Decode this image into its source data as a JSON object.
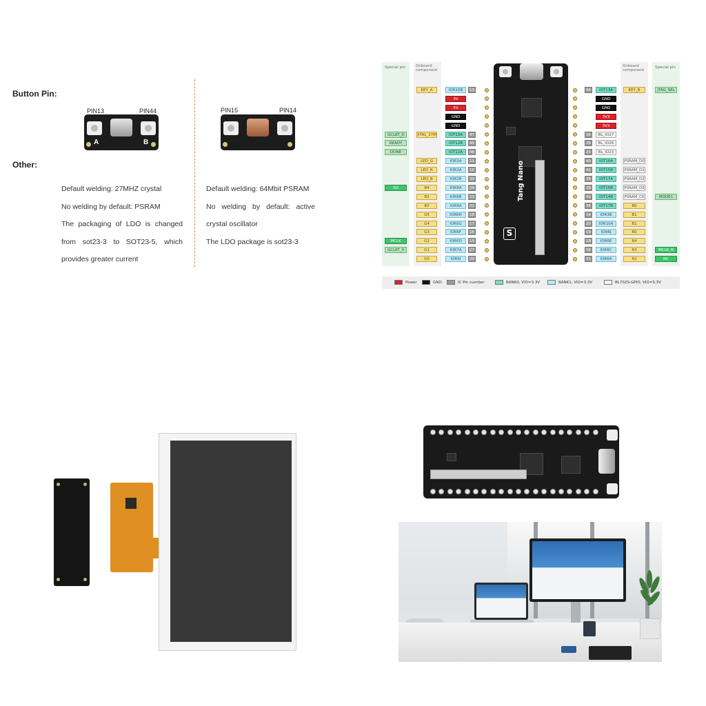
{
  "info": {
    "button_heading": "Button Pin:",
    "other_heading": "Other:",
    "board1": {
      "pin_left": "PIN13",
      "pin_right": "PIN44",
      "letter_a": "A",
      "letter_b": "B"
    },
    "board2": {
      "pin_left": "PIN15",
      "pin_right": "PIN14"
    },
    "note_left": [
      "Default welding: 27MHZ crystal",
      "No welding by default: PSRAM",
      "The packaging of LDO is changed",
      "from sot23-3 to SOT23-5, which",
      "provides greater current"
    ],
    "note_right": [
      "Default welding: 64Mbit PSRAM",
      "No welding by default: active",
      "crystal oscillator",
      "The LDO package is sot23-3"
    ]
  },
  "pinout": {
    "col_heads": {
      "special_left": "Special pin",
      "onboard_left": "Onboard component",
      "onboard_right": "Onboard component",
      "special_right": "Special pin"
    },
    "brand": "Tang Nano",
    "logo_letter": "S",
    "colors": {
      "power": "#d8232a",
      "gnd": "#111111",
      "bank0": "#7fd9c6",
      "bank1": "#bfe8f4",
      "special": "#b9e3bf",
      "onboard": "#f5df8b"
    },
    "left_rows": [
      {
        "special": "",
        "onboard": "KEY_A",
        "io": "IOR10B",
        "num": "13",
        "kind": "io"
      },
      {
        "special": "",
        "onboard": "",
        "io": "3V",
        "num": "",
        "kind": "pwr"
      },
      {
        "special": "",
        "onboard": "",
        "io": "5V",
        "num": "",
        "kind": "pwr"
      },
      {
        "special": "",
        "onboard": "",
        "io": "GND",
        "num": "",
        "kind": "gnd"
      },
      {
        "special": "",
        "onboard": "",
        "io": "GND",
        "num": "",
        "kind": "gnd"
      },
      {
        "special": "GCLKT_0",
        "onboard": "XTAL_27M",
        "io": "IOT10A",
        "num": "47",
        "kind": "b0"
      },
      {
        "special": "READY",
        "onboard": "",
        "io": "IOT12B",
        "num": "45",
        "kind": "b0"
      },
      {
        "special": "DONE",
        "onboard": "",
        "io": "IOT12A",
        "num": "46",
        "kind": "b0"
      },
      {
        "special": "",
        "onboard": "LED_G",
        "io": "IOR3A",
        "num": "11",
        "kind": "io"
      },
      {
        "special": "",
        "onboard": "LED_R",
        "io": "IOR2A",
        "num": "10",
        "kind": "io"
      },
      {
        "special": "",
        "onboard": "LED_B",
        "io": "IOR2B",
        "num": "30",
        "kind": "io"
      },
      {
        "special": "SO",
        "onboard": "B4",
        "io": "IOR8A",
        "num": "24",
        "kind": "io"
      },
      {
        "special": "",
        "onboard": "B3",
        "io": "IOR8B",
        "num": "23",
        "kind": "io"
      },
      {
        "special": "",
        "onboard": "B2",
        "io": "IOR9A",
        "num": "21",
        "kind": "io"
      },
      {
        "special": "",
        "onboard": "G5",
        "io": "IOR6H",
        "num": "18",
        "kind": "io"
      },
      {
        "special": "",
        "onboard": "G4",
        "io": "IOR6G",
        "num": "17",
        "kind": "io"
      },
      {
        "special": "",
        "onboard": "G3",
        "io": "IOR6F",
        "num": "16",
        "kind": "io"
      },
      {
        "special": "MCLK",
        "onboard": "G2",
        "io": "IOR6D",
        "num": "15",
        "kind": "io"
      },
      {
        "special": "GCLKT_3",
        "onboard": "G1",
        "io": "IOR7A",
        "num": "27",
        "kind": "io"
      },
      {
        "special": "",
        "onboard": "G0",
        "io": "IOR6I",
        "num": "20",
        "kind": "io"
      }
    ],
    "right_rows": [
      {
        "num": "44",
        "io": "IOT13A",
        "onboard": "KEY_B",
        "special": "JTAG_SEL",
        "kind": "b0"
      },
      {
        "num": "",
        "io": "GND",
        "onboard": "",
        "special": "",
        "kind": "gnd"
      },
      {
        "num": "",
        "io": "GND",
        "onboard": "",
        "special": "",
        "kind": "gnd"
      },
      {
        "num": "",
        "io": "3V3",
        "onboard": "",
        "special": "",
        "kind": "pwr"
      },
      {
        "num": "",
        "io": "3V3",
        "onboard": "",
        "special": "",
        "kind": "pwr"
      },
      {
        "num": "30",
        "io": "BL_IO27",
        "onboard": "",
        "special": "",
        "kind": "psram"
      },
      {
        "num": "26",
        "io": "BL_IO26",
        "onboard": "",
        "special": "",
        "kind": "psram"
      },
      {
        "num": "25",
        "io": "BL_IO23",
        "onboard": "",
        "special": "",
        "kind": "psram"
      },
      {
        "num": "40",
        "io": "IOT16A",
        "onboard": "PSRAM_D0",
        "special": "",
        "kind": "b0"
      },
      {
        "num": "41",
        "io": "IOT15B",
        "onboard": "PSRAM_D1",
        "special": "",
        "kind": "b0"
      },
      {
        "num": "38",
        "io": "IOT17A",
        "onboard": "PSRAM_D2",
        "special": "",
        "kind": "b0"
      },
      {
        "num": "39",
        "io": "IOT16B",
        "onboard": "PSRAM_D3",
        "special": "",
        "kind": "b0"
      },
      {
        "num": "42",
        "io": "IOT14B",
        "onboard": "PSRAM_CK",
        "special": "MODE1",
        "kind": "b0"
      },
      {
        "num": "35",
        "io": "IOT17B",
        "onboard": "B0",
        "special": "",
        "kind": "b0"
      },
      {
        "num": "34",
        "io": "IOR3B",
        "onboard": "B1",
        "special": "",
        "kind": "io"
      },
      {
        "num": "20",
        "io": "IOR10A",
        "onboard": "B1",
        "special": "",
        "kind": "io"
      },
      {
        "num": "19",
        "io": "IOR6J",
        "onboard": "B0",
        "special": "",
        "kind": "io"
      },
      {
        "num": "28",
        "io": "IOR6E",
        "onboard": "R4",
        "special": "",
        "kind": "io"
      },
      {
        "num": "39",
        "io": "IOR6C",
        "onboard": "R3",
        "special": "MCLK_N",
        "kind": "io"
      },
      {
        "num": "31",
        "io": "IOR6A",
        "onboard": "R2",
        "special": "NC",
        "kind": "io"
      }
    ],
    "legend": {
      "power": "Power",
      "gnd": "GND",
      "ic_pin": "IC Pin number",
      "bank0": "BANK0, VIO=3.3V",
      "bank1": "BANK1, VIO=3.3V",
      "bl702": "BL702S-GPIO, VIO=3.3V"
    }
  }
}
